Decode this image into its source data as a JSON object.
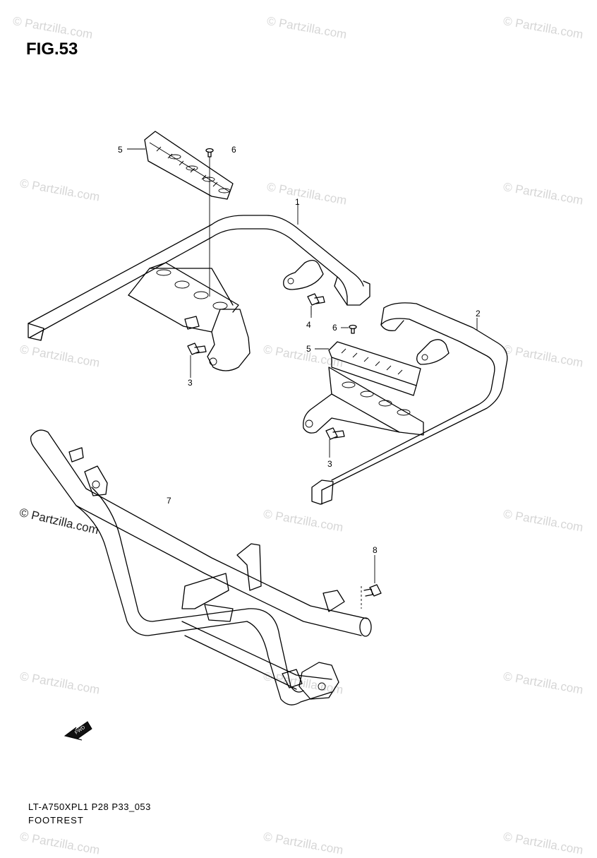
{
  "figure": {
    "title": "FIG.53"
  },
  "watermark": {
    "text": "© Partzilla.com"
  },
  "copyright": {
    "text": "© Partzilla.com"
  },
  "footer": {
    "model_code": "LT-A750XPL1 P28 P33_053",
    "section_name": "FOOTREST"
  },
  "callouts": {
    "c1": "1",
    "c2": "2",
    "c3a": "3",
    "c3b": "3",
    "c4": "4",
    "c5a": "5",
    "c5b": "5",
    "c6a": "6",
    "c6b": "6",
    "c7": "7",
    "c8": "8"
  },
  "direction_marker": {
    "text": "FWD"
  }
}
